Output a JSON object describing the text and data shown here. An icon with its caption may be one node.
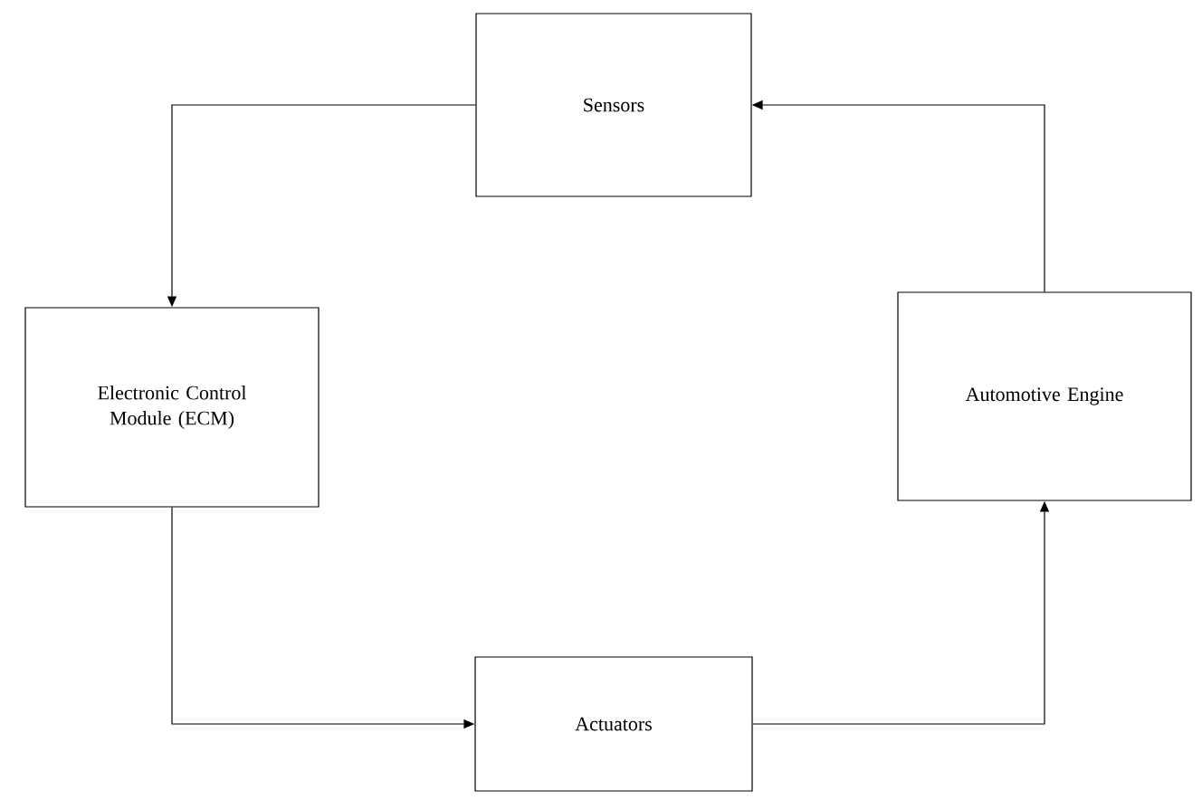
{
  "diagram": {
    "nodes": [
      {
        "text": [
          "Sensors"
        ]
      },
      {
        "text": [
          "Electronic Control Module (ECM)"
        ]
      },
      {
        "text": [
          "Automotive Engine"
        ]
      },
      {
        "text": [
          "Actuators"
        ]
      }
    ],
    "edges": [
      {
        "from": 0,
        "to": 1,
        "arrow": "to"
      },
      {
        "from": 1,
        "to": 3,
        "arrow": "to"
      },
      {
        "from": 3,
        "to": 2,
        "arrow": "to"
      },
      {
        "from": 2,
        "to": 0,
        "arrow": "to"
      }
    ]
  }
}
